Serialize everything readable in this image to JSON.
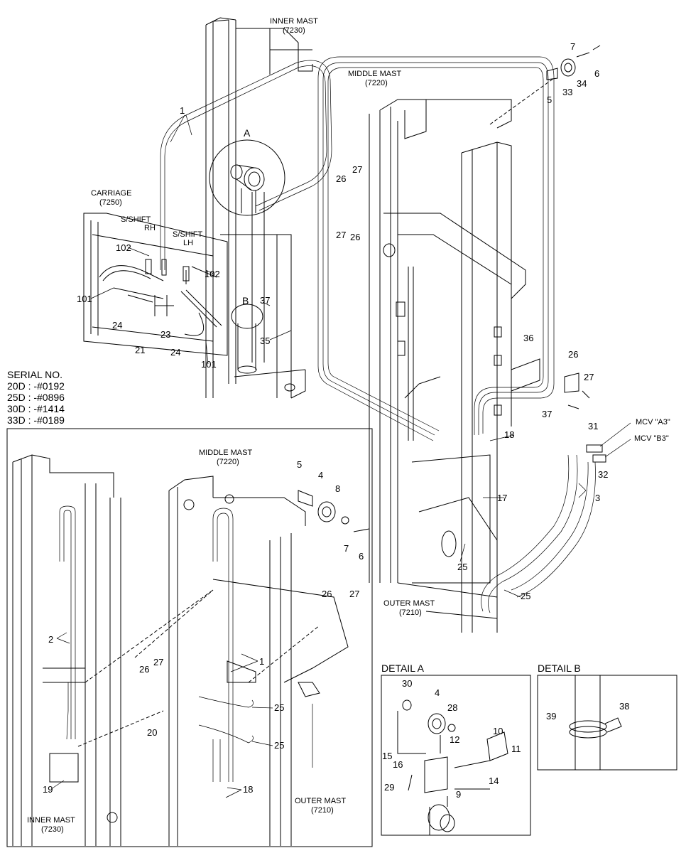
{
  "labels": {
    "inner_mast": "INNER MAST",
    "inner_mast_code": "(7230)",
    "middle_mast": "MIDDLE MAST",
    "middle_mast_code": "(7220)",
    "carriage": "CARRIAGE",
    "carriage_code": "(7250)",
    "sshift": "S/SHIFT",
    "rh": "RH",
    "lh": "LH",
    "outer_mast": "OUTER MAST",
    "outer_mast_code": "(7210)",
    "circle_a": "A",
    "circle_b": "B",
    "mcv_a3": "MCV \"A3\"",
    "mcv_b3": "MCV \"B3\"",
    "detail_a": "DETAIL A",
    "detail_b": "DETAIL B"
  },
  "serial": {
    "title": "SERIAL NO.",
    "lines": [
      "20D : -#0192",
      "25D : -#0896",
      "30D : -#1414",
      "33D : -#0189"
    ]
  },
  "callouts_top": [
    "1",
    "7",
    "6",
    "5",
    "33",
    "34",
    "27",
    "26",
    "27",
    "26",
    "102",
    "102",
    "101",
    "24",
    "21",
    "23",
    "24",
    "101",
    "37",
    "35",
    "36",
    "26",
    "27",
    "37",
    "31",
    "32",
    "18",
    "17",
    "3",
    "25",
    "25"
  ],
  "callouts_inset": [
    "5",
    "4",
    "8",
    "7",
    "6",
    "26",
    "27",
    "2",
    "26",
    "27",
    "1",
    "25",
    "25",
    "20",
    "18",
    "19"
  ],
  "callouts_detail_a": [
    "30",
    "4",
    "28",
    "12",
    "10",
    "11",
    "15",
    "16",
    "29",
    "9",
    "14"
  ],
  "callouts_detail_b": [
    "39",
    "38"
  ]
}
